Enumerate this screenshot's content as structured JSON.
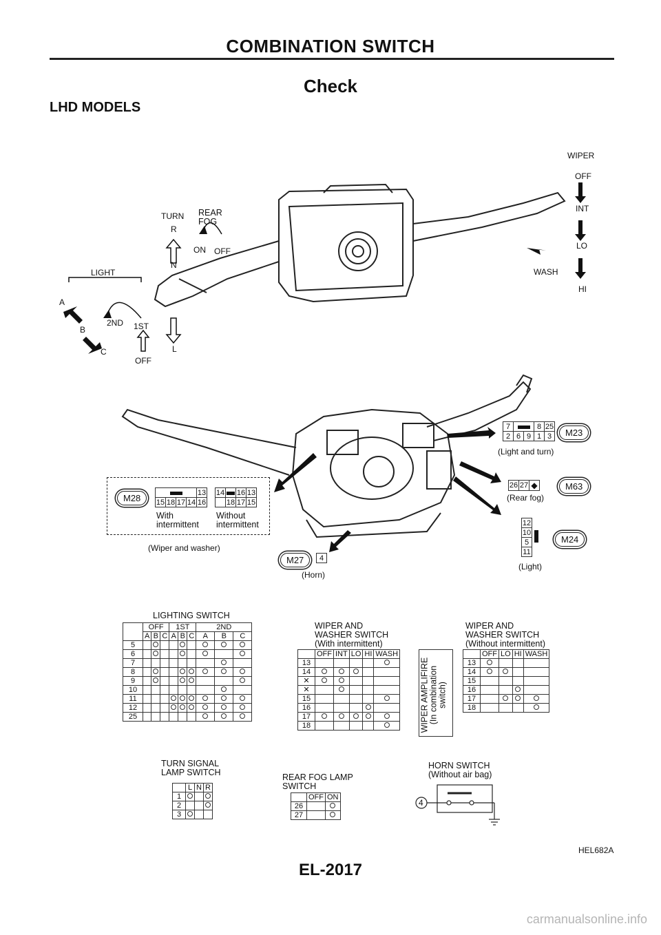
{
  "header": {
    "title": "COMBINATION SWITCH"
  },
  "section": {
    "title": "Check",
    "subtitle": "LHD MODELS"
  },
  "upper": {
    "wiper": {
      "title": "WIPER",
      "off": "OFF",
      "int": "INT",
      "lo": "LO",
      "hi": "HI",
      "wash": "WASH"
    },
    "turn": {
      "title": "TURN",
      "r": "R",
      "n": "N",
      "l": "L"
    },
    "rearfog": {
      "title": "REAR\nFOG",
      "on": "ON",
      "off": "OFF"
    },
    "light": {
      "title": "LIGHT",
      "a": "A",
      "b": "B",
      "c": "C",
      "nd2": "2ND",
      "st1": "1ST",
      "off": "OFF"
    }
  },
  "connectors": {
    "m23": {
      "id": "M23",
      "caption": "(Light and turn)",
      "row1": [
        "7",
        "",
        "8",
        "25"
      ],
      "row2": [
        "2",
        "6",
        "9",
        "1",
        "3"
      ]
    },
    "m63": {
      "id": "M63",
      "caption": "(Rear fog)",
      "pins": [
        "26",
        "27"
      ]
    },
    "m24": {
      "id": "M24",
      "caption": "(Light)",
      "pins": [
        "12",
        "10",
        "5",
        "11"
      ]
    },
    "m27": {
      "id": "M27",
      "caption": "(Horn)",
      "pin": "4"
    },
    "m28": {
      "id": "M28",
      "caption": "(Wiper and washer)",
      "with_label": "With\nintermittent",
      "without_label": "Without\nintermittent",
      "with_row1": [
        "13"
      ],
      "with_row2": [
        "15",
        "18",
        "17",
        "14",
        "16"
      ],
      "without_row1": [
        "14",
        "16",
        "13"
      ],
      "without_row2": [
        "18",
        "17",
        "15"
      ]
    }
  },
  "tables": {
    "lighting": {
      "title": "LIGHTING SWITCH",
      "groups": [
        "OFF",
        "1ST",
        "2ND"
      ],
      "cols": [
        "A",
        "B",
        "C",
        "A",
        "B",
        "C",
        "A",
        "B",
        "C"
      ],
      "rows": [
        "5",
        "6",
        "7",
        "8",
        "9",
        "10",
        "11",
        "12",
        "25"
      ]
    },
    "wiper_with": {
      "title": "WIPER AND\nWASHER SWITCH\n(With intermittent)",
      "cols": [
        "OFF",
        "INT",
        "LO",
        "HI",
        "WASH"
      ],
      "rows": [
        "13",
        "14",
        "",
        "",
        "15",
        "16",
        "17",
        "18"
      ],
      "amp": "WIPER AMPLIFIRE\n(In combination\nswitch)"
    },
    "wiper_without": {
      "title": "WIPER AND\nWASHER SWITCH\n(Without intermittent)",
      "cols": [
        "OFF",
        "LO",
        "HI",
        "WASH"
      ],
      "rows": [
        "13",
        "14",
        "15",
        "16",
        "17",
        "18"
      ]
    },
    "turn": {
      "title": "TURN SIGNAL\nLAMP SWITCH",
      "cols": [
        "L",
        "N",
        "R"
      ],
      "rows": [
        "1",
        "2",
        "3"
      ]
    },
    "rearfog": {
      "title": "REAR FOG LAMP\nSWITCH",
      "cols": [
        "OFF",
        "ON"
      ],
      "rows": [
        "26",
        "27"
      ]
    },
    "horn": {
      "title": "HORN SWITCH\n(Without air bag)",
      "pin": "4"
    }
  },
  "figure_ref": "HEL682A",
  "footer": {
    "page": "EL-2017"
  },
  "watermark": "carmanualsonline.info"
}
